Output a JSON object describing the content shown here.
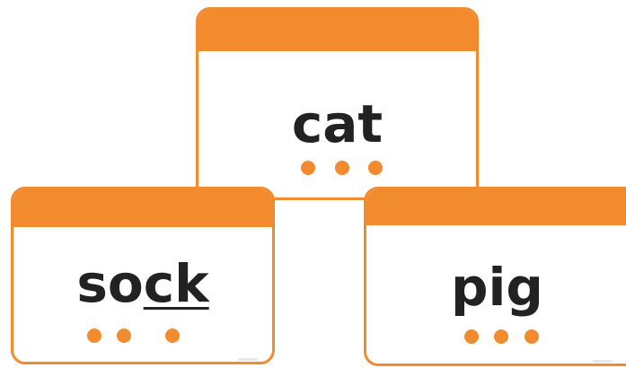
{
  "colors": {
    "accent": "#f28a2e",
    "text": "#222222",
    "background": "#ffffff"
  },
  "cards": [
    {
      "id": "cat",
      "word": "cat",
      "underlined_part": "",
      "phoneme_dots": 3
    },
    {
      "id": "sock",
      "word_plain": "so",
      "word_underlined": "ck",
      "phoneme_dots": 3
    },
    {
      "id": "pig",
      "word": "pig",
      "underlined_part": "",
      "phoneme_dots": 3
    }
  ]
}
